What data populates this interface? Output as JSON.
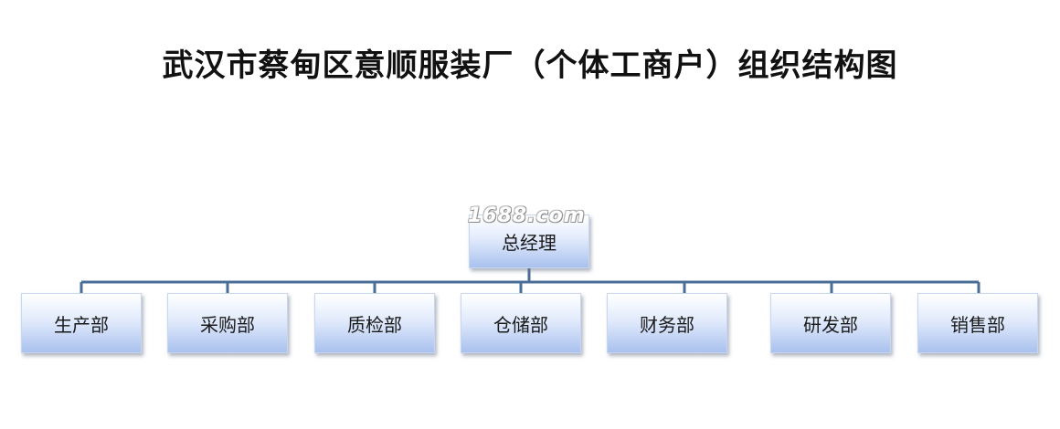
{
  "title": "武汉市蔡甸区意顺服装厂（个体工商户）组织结构图",
  "watermark": "1688.com",
  "root": {
    "label": "总经理"
  },
  "departments": [
    {
      "label": "生产部"
    },
    {
      "label": "采购部"
    },
    {
      "label": "质检部"
    },
    {
      "label": "仓储部"
    },
    {
      "label": "财务部"
    },
    {
      "label": "研发部"
    },
    {
      "label": "销售部"
    }
  ],
  "colors": {
    "connector": "#4a6d98",
    "box_top": "#ffffff",
    "box_bottom": "#a9c1ee"
  }
}
